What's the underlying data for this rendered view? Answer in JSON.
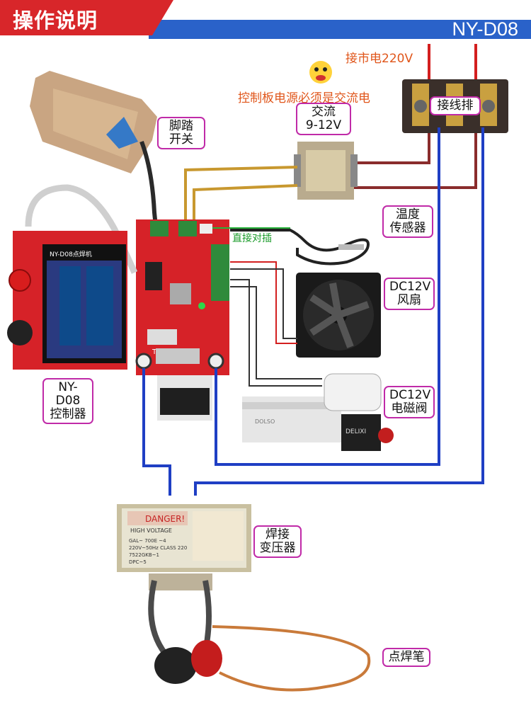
{
  "header": {
    "title": "操作说明",
    "model": "NY-D08",
    "colors": {
      "left_band": "#d8262a",
      "right_band": "#2a62c9"
    }
  },
  "notes": {
    "mains": "接市电220V",
    "ac_warning": "控制板电源必须是交流电",
    "direct_plug": "直接对插"
  },
  "labels": {
    "foot_switch": [
      "脚踏",
      "开关"
    ],
    "ac_supply": [
      "交流",
      "9-12V"
    ],
    "terminal_block": "接线排",
    "temp_sensor": [
      "温度",
      "传感器"
    ],
    "fan": [
      "DC12V",
      "风扇"
    ],
    "solenoid": [
      "DC12V",
      "电磁阀"
    ],
    "controller": [
      "NY-D08",
      "控制器"
    ],
    "weld_transformer": [
      "焊接",
      "变压器"
    ],
    "weld_pen": "点焊笔"
  },
  "device_text": {
    "screen_title": "NY-D08点焊机",
    "danger": "DANGER!",
    "high_voltage": "HIGH VOLTAGE",
    "transformer_specs": [
      "GAL~ 700E ~4",
      "220V~50Hz CLASS 220",
      "7522GKB~1",
      "DPC~5"
    ],
    "valve_brand": "DELIXI",
    "valve_body_brand": "DOLSO",
    "board_terminal": "T2"
  },
  "wire_colors": {
    "power": "#d31f1f",
    "ac_low": "#c8982f",
    "power_return": "#8a2c2c",
    "weld": "#1f3fc4",
    "signal": "#333333",
    "sensor": "#29b23a"
  }
}
